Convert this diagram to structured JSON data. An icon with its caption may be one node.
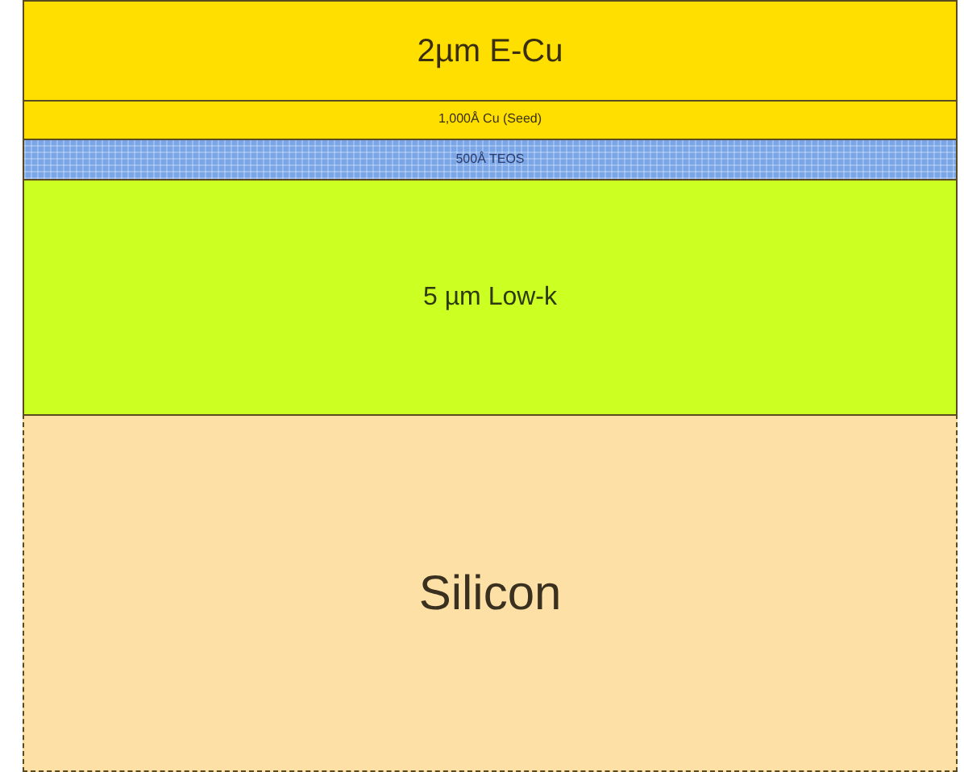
{
  "diagram": {
    "nodes": [
      {
        "text": [
          "2µm E-Cu"
        ]
      },
      {
        "text": [
          "1,000Å Cu (Seed)"
        ]
      },
      {
        "text": [
          "500Å TEOS"
        ]
      },
      {
        "text": [
          "5 µm Low-k"
        ]
      },
      {
        "text": [
          "Silicon"
        ]
      }
    ]
  }
}
